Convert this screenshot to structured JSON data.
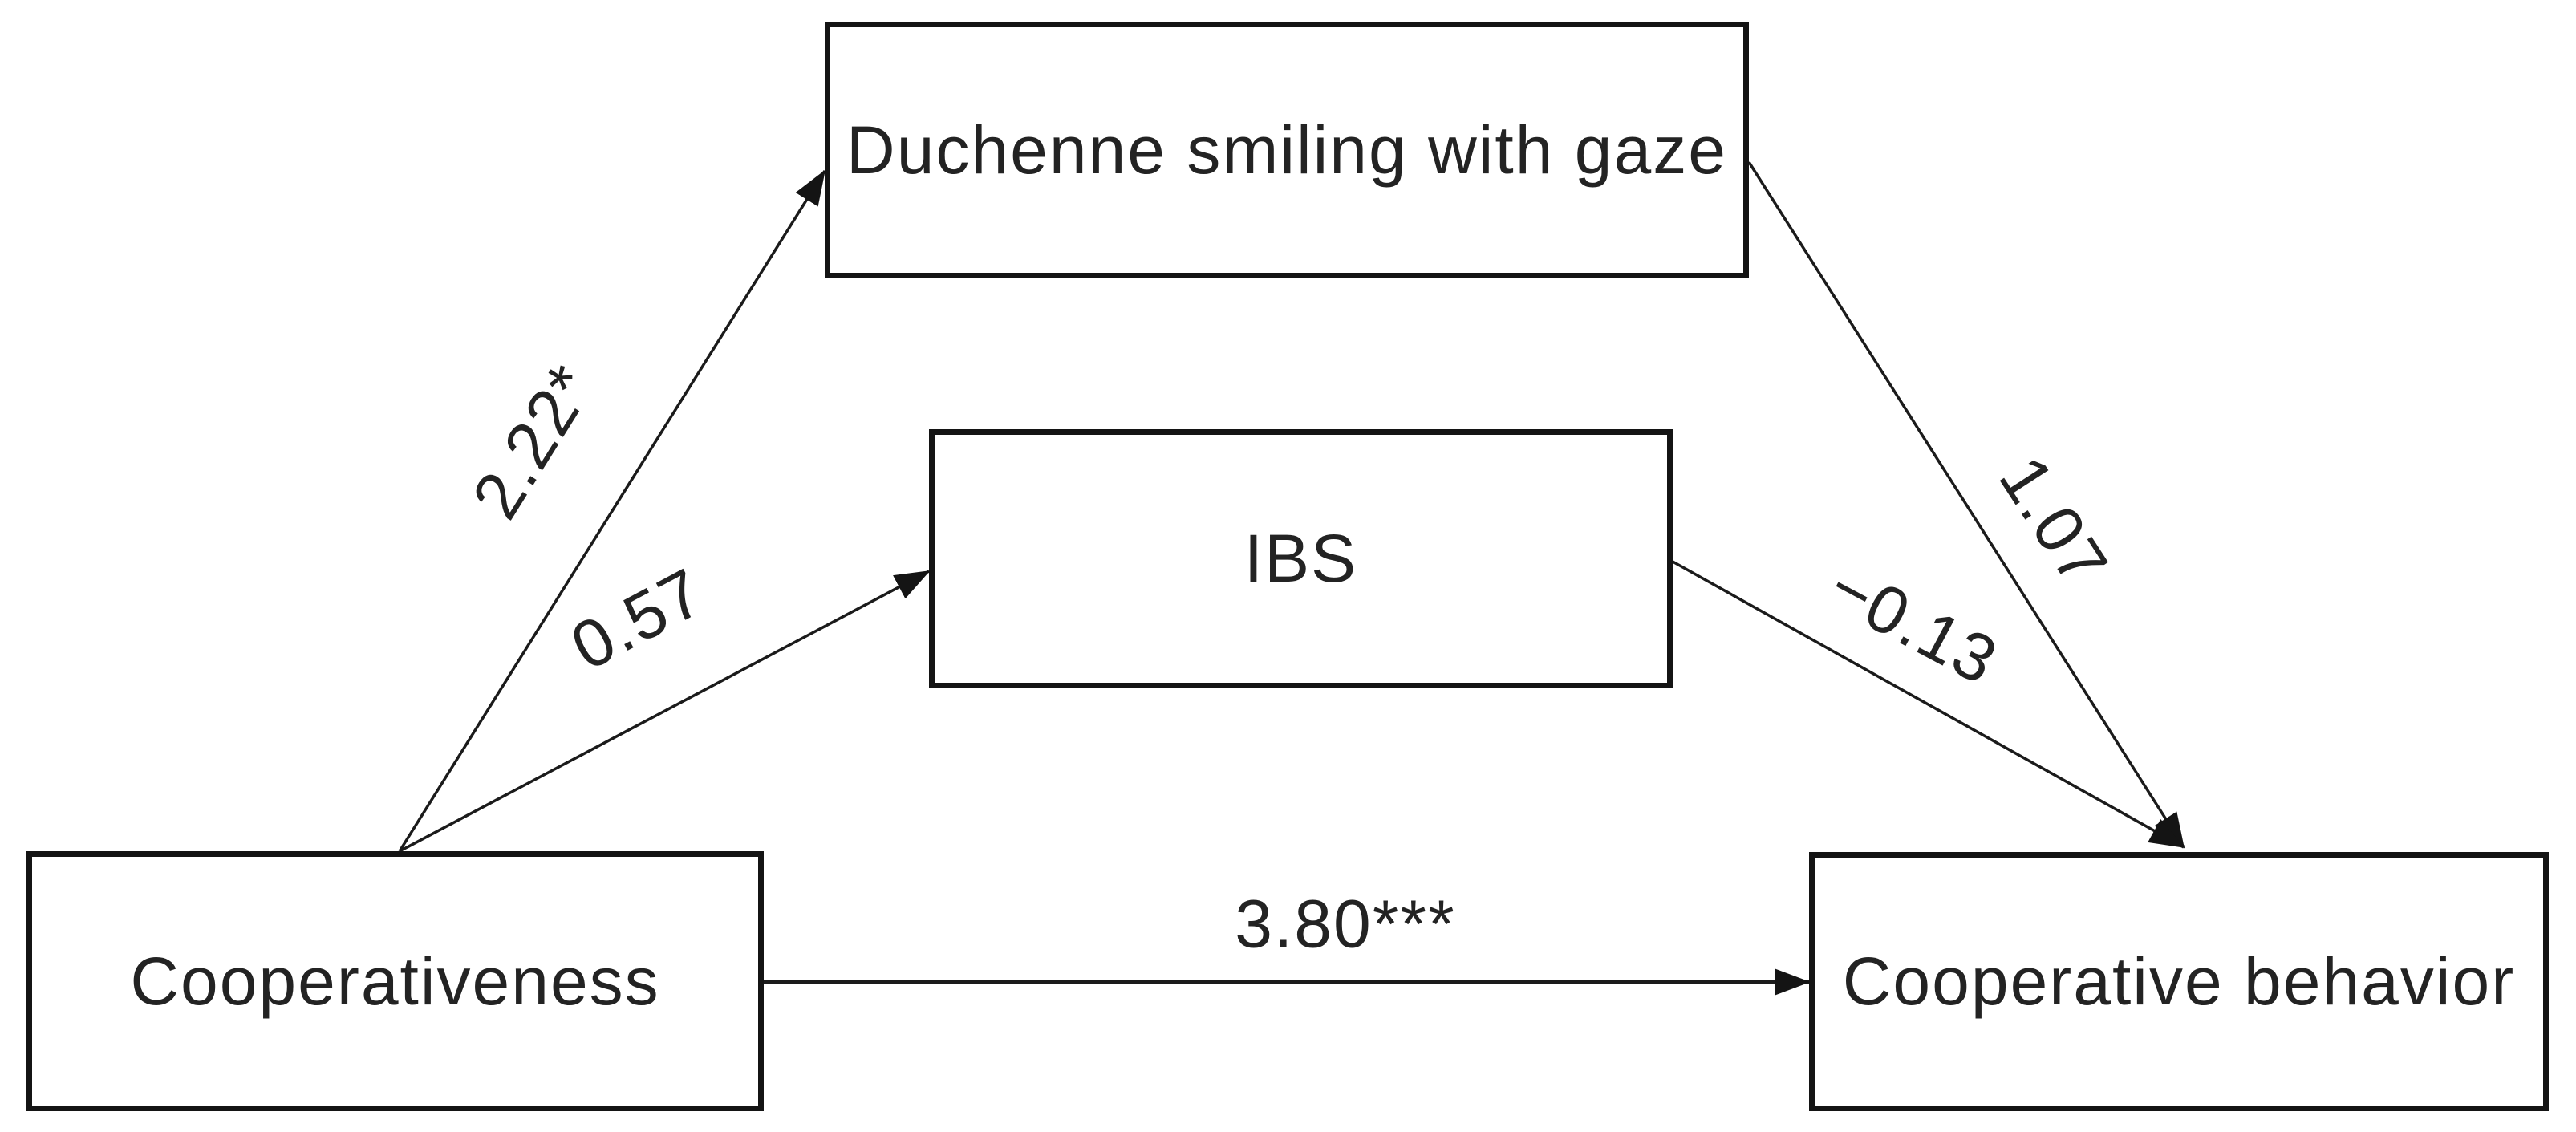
{
  "diagram": {
    "type": "path-model",
    "background_color": "#ffffff",
    "line_color": "#1b1b1b",
    "text_color": "#232323",
    "nodes": {
      "duchenne": {
        "label": "Duchenne smiling with gaze",
        "role": "mediator"
      },
      "ibs": {
        "label": "IBS",
        "role": "mediator"
      },
      "cooperativeness": {
        "label": "Cooperativeness",
        "role": "predictor"
      },
      "behavior": {
        "label": "Cooperative behavior",
        "role": "outcome"
      }
    },
    "edges": [
      {
        "from": "cooperativeness",
        "to": "duchenne",
        "label": "2.22*"
      },
      {
        "from": "cooperativeness",
        "to": "ibs",
        "label": "0.57"
      },
      {
        "from": "duchenne",
        "to": "behavior",
        "label": "1.07"
      },
      {
        "from": "ibs",
        "to": "behavior",
        "label": "−0.13"
      },
      {
        "from": "cooperativeness",
        "to": "behavior",
        "label": "3.80***"
      }
    ]
  }
}
